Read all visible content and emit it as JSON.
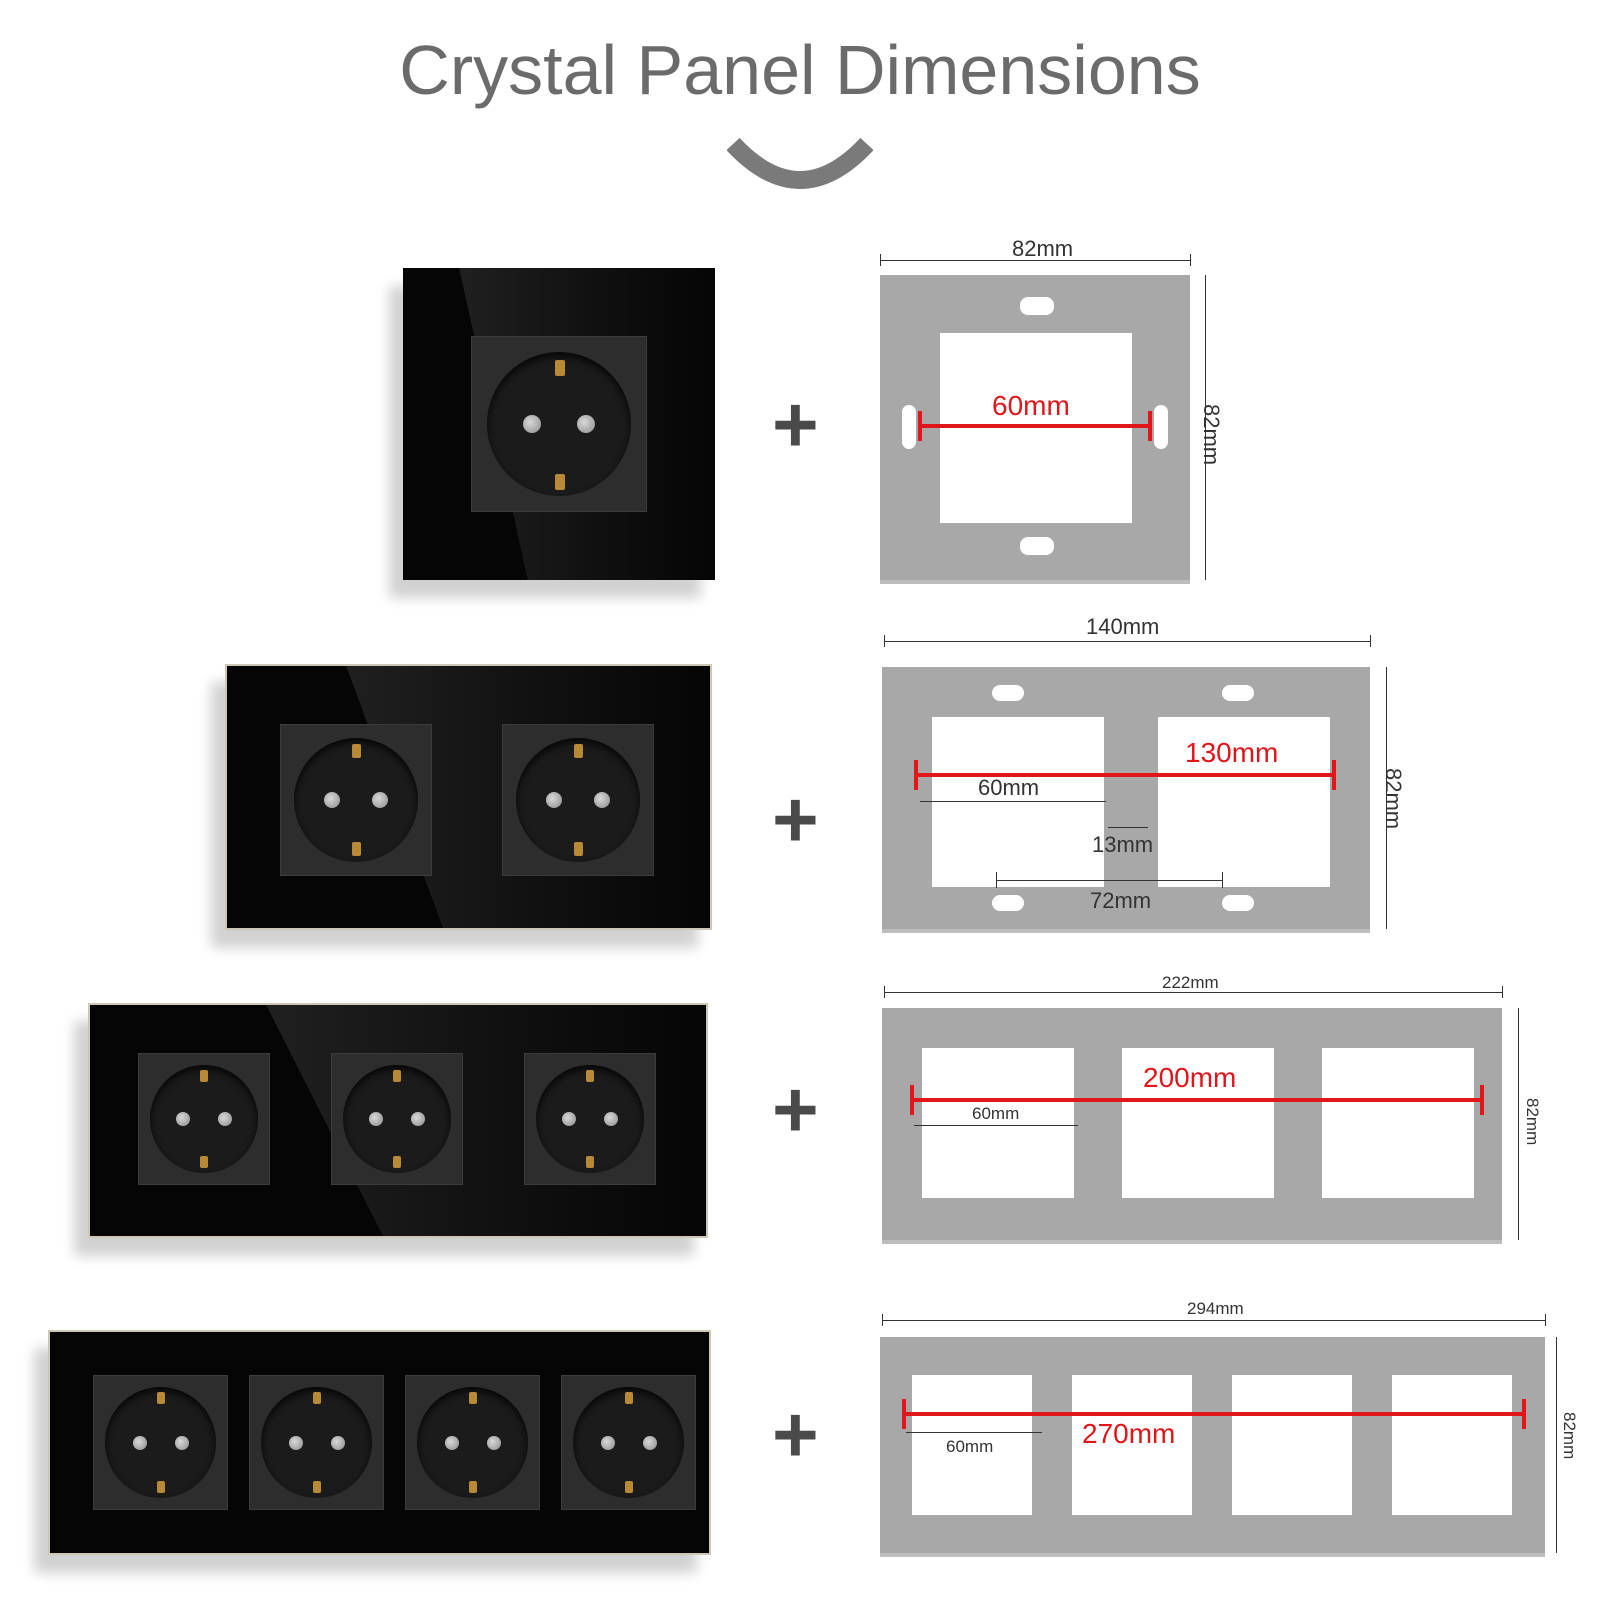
{
  "title": "Crystal Panel Dimensions",
  "colors": {
    "panel": "#050505",
    "frame": "#a8a8a8",
    "measure_red": "#e0161b",
    "title": "#6b6b6b"
  },
  "rows": [
    {
      "sockets": 1,
      "width_label": "82mm",
      "height_label": "82mm",
      "red_label": "60mm"
    },
    {
      "sockets": 2,
      "width_label": "140mm",
      "height_label": "82mm",
      "red_label": "130mm",
      "inner_label": "60mm",
      "gap_label": "13mm",
      "pitch_label": "72mm"
    },
    {
      "sockets": 3,
      "width_label": "222mm",
      "height_label": "82mm",
      "red_label": "200mm",
      "inner_label": "60mm"
    },
    {
      "sockets": 4,
      "width_label": "294mm",
      "height_label": "82mm",
      "red_label": "270mm",
      "inner_label": "60mm"
    }
  ],
  "plus_symbol": "+"
}
